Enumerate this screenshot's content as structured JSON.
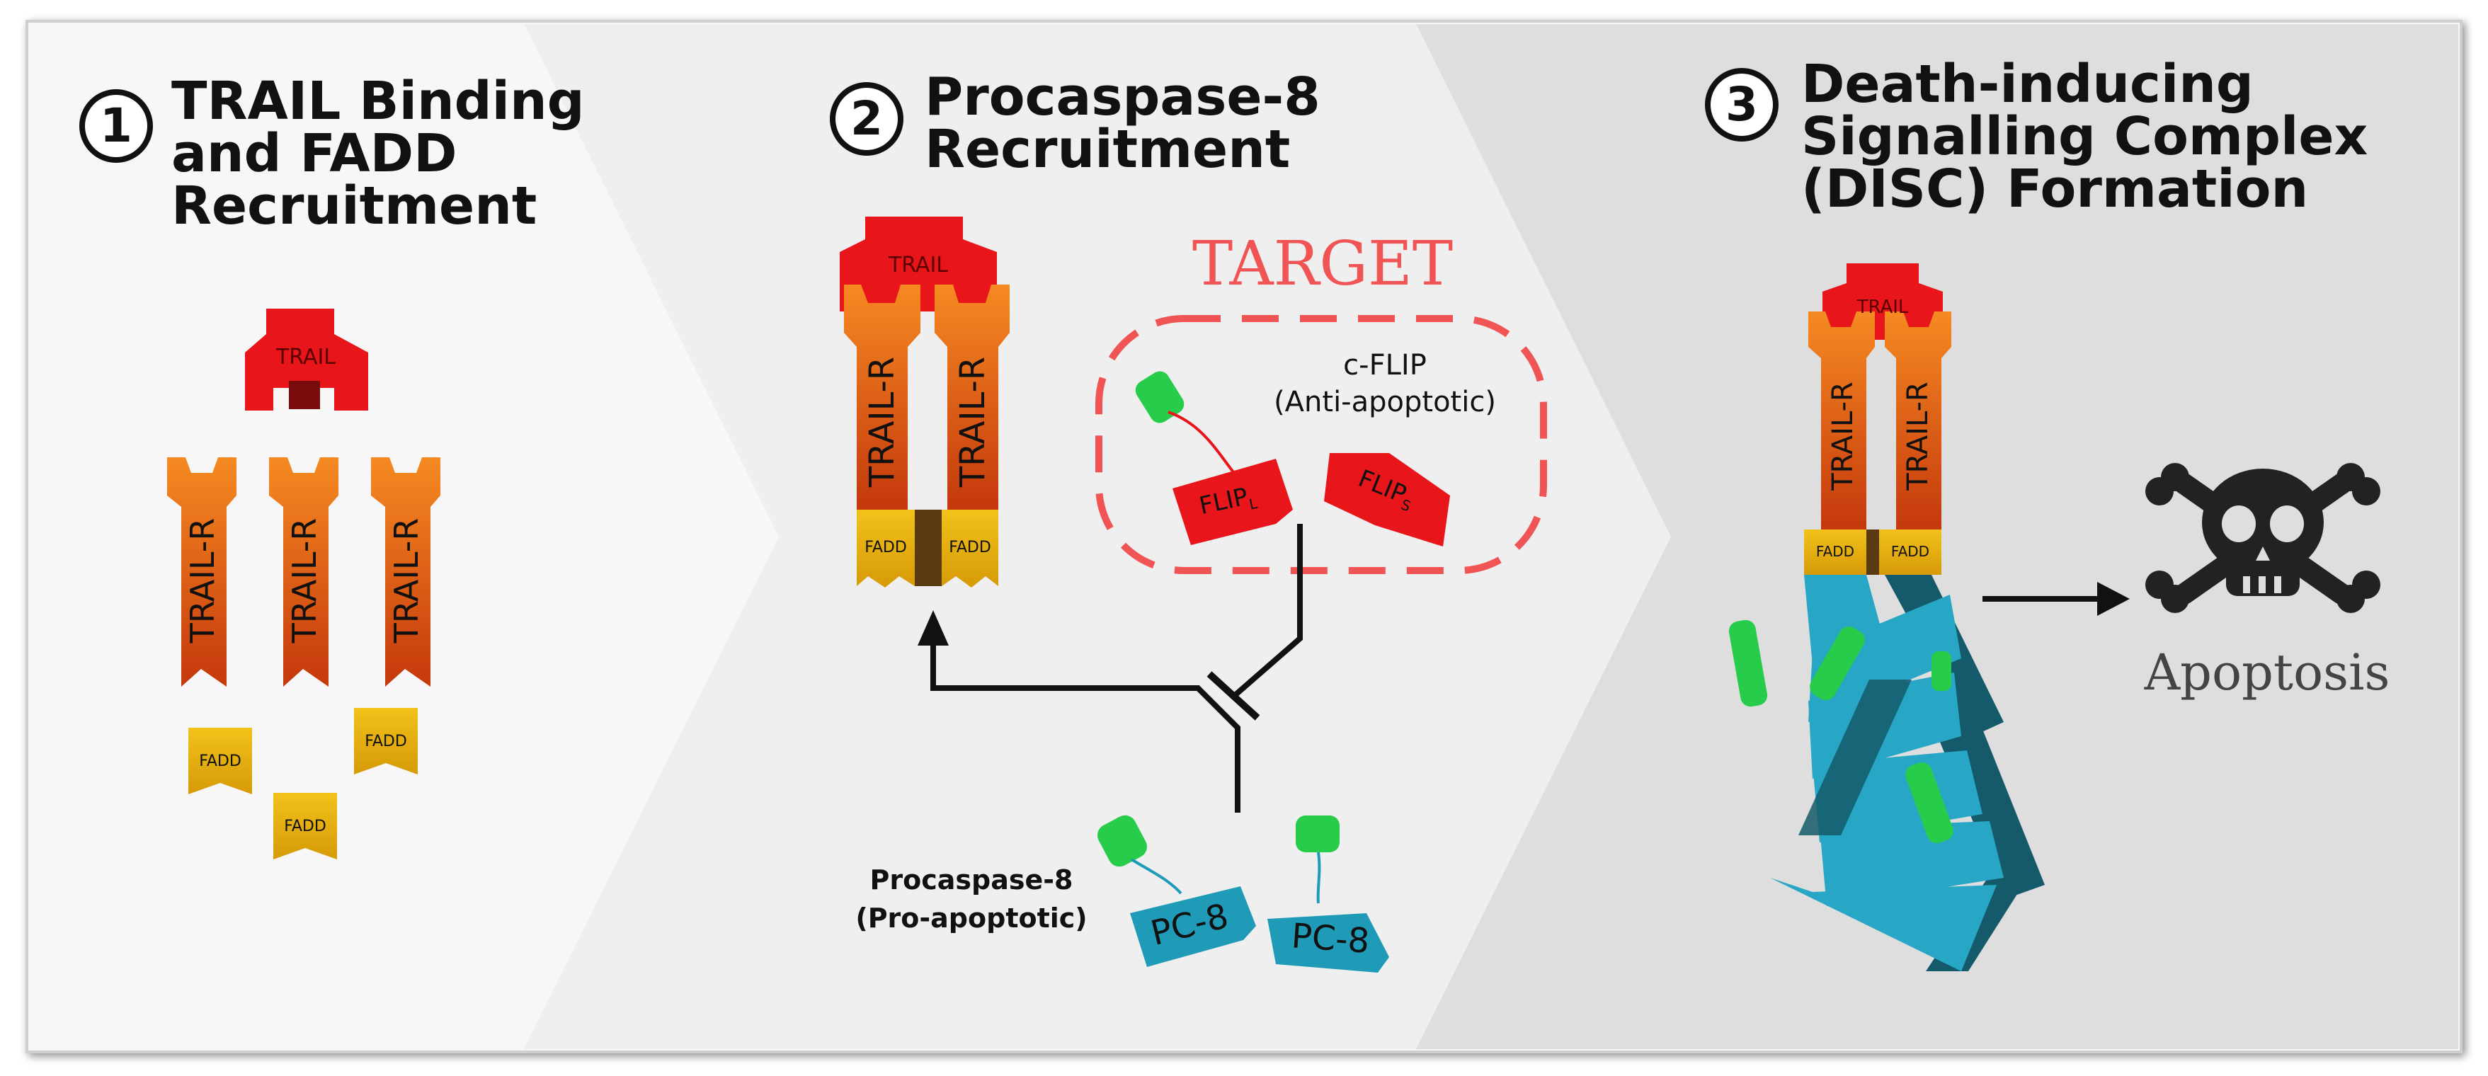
{
  "steps": [
    {
      "number": "1",
      "title_lines": [
        "TRAIL Binding",
        "and FADD",
        "Recruitment"
      ]
    },
    {
      "number": "2",
      "title_lines": [
        "Procaspase-8",
        "Recruitment"
      ]
    },
    {
      "number": "3",
      "title_lines": [
        "Death-inducing",
        "Signalling Complex",
        "(DISC) Formation"
      ]
    }
  ],
  "proteins": {
    "trail": "TRAIL",
    "trail_receptor": "TRAIL-R",
    "fadd": "FADD",
    "flip_long": "FLIP",
    "flip_long_sub": "L",
    "flip_short": "FLIP",
    "flip_short_sub": "S",
    "pc8": "PC-8"
  },
  "labels": {
    "target": "TARGET",
    "cflip_line1": "c-FLIP",
    "cflip_line2": "(Anti-apoptotic)",
    "procaspase_line1": "Procaspase-8",
    "procaspase_line2": "(Pro-apoptotic)",
    "outcome": "Apoptosis"
  },
  "icons": {
    "outcome_icon": "skull-crossbones-icon"
  },
  "colors": {
    "trail": "#e8161b",
    "receptor_top": "#f47a1e",
    "receptor_bottom": "#c63a0d",
    "fadd": "#e7b310",
    "target": "#f05454",
    "flip": "#e8161b",
    "pc8": "#1f9bb8",
    "dd_green": "#27cc4a",
    "disc_blue": "#27a6c6",
    "disc_dark": "#155a6a"
  }
}
